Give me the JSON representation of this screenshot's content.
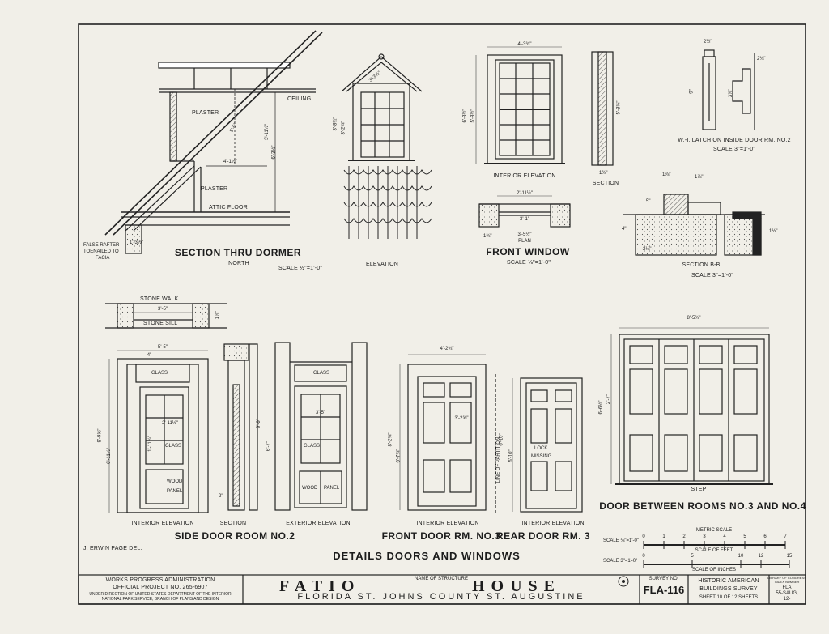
{
  "sheet_title": "DETAILS DOORS AND WINDOWS",
  "drawings": {
    "dormer": {
      "title": "SECTION THRU DORMER",
      "subtitle": "NORTH",
      "scale": "SCALE ½\"=1'-0\"",
      "labels": {
        "plaster_top": "PLASTER",
        "ceiling": "CEILING",
        "plaster_low": "PLASTER",
        "attic_floor": "ATTIC FLOOR",
        "false_rafter": "FALSE RAFTER",
        "toenailed": "TOENAILED TO",
        "facia": "FACIA"
      },
      "dims": {
        "d1": "5'-5\"",
        "d2": "3'-11½\"",
        "d3": "6'-3½\"",
        "d4": "4'-1½\"",
        "d5": "1'-3½\""
      }
    },
    "dormer_elev": {
      "title": "ELEVATION",
      "dims": {
        "d1": "3'-3½\"",
        "d2": "3'-8½\"",
        "d3": "3'-2¾\""
      }
    },
    "front_window": {
      "title": "FRONT WINDOW",
      "scale": "SCALE ⅛\"=1'-0\"",
      "interior": "INTERIOR ELEVATION",
      "section": "SECTION",
      "plan": "PLAN",
      "dims": {
        "width": "4'-3¾\"",
        "h1": "6'-3½\"",
        "h2": "5'-8½\"",
        "sec": "5'-8¾\"",
        "p1": "2'-11½\"",
        "p2": "3'-1\"",
        "p3": "3'-5½\"",
        "s1": "1¾\"",
        "s2": "1⅜\""
      }
    },
    "latch": {
      "title": "W.-I. LATCH ON INSIDE DOOR RM. NO.2",
      "scale": "SCALE 3\"=1'-0\"",
      "dims": {
        "d1": "2½\"",
        "d2": "9\"",
        "d3": "3⅞\"",
        "d4": "2⅛\""
      }
    },
    "section_bb": {
      "title": "SECTION B-B",
      "scale": "SCALE 3\"=1'-0\"",
      "dims": {
        "d1": "1⅞\"",
        "d2": "1⅞\"",
        "d3": "5\"",
        "d4": "4\"",
        "d5": "2⅛\"",
        "d6": "1½\""
      }
    },
    "stone_walk": {
      "walk": "STONE WALK",
      "sill": "STONE SILL",
      "dims": {
        "width": "3'-5\"",
        "h": "1⅞\""
      }
    },
    "side_door": {
      "title": "SIDE DOOR ROOM NO.2",
      "interior": "INTERIOR ELEVATION",
      "section": "SECTION",
      "exterior": "EXTERIOR ELEVATION",
      "glass1": "GLASS",
      "glass2": "GLASS",
      "glass3": "GLASS",
      "glass4": "GLASS",
      "wood": "WOOD",
      "panel": "PANEL",
      "wood2": "WOOD",
      "panel2": "PANEL",
      "dims": {
        "w1": "5'-5\"",
        "w2": "4'",
        "h1": "8'-9⅝\"",
        "h2": "6'-11½\"",
        "g1": "2'-11½\"",
        "g2": "1'-11¾\"",
        "ext_w": "3'-5\"",
        "ext_h1": "9'-9\"",
        "ext_h2": "6'-7\"",
        "sec_w": "2\""
      }
    },
    "front_door": {
      "title": "FRONT DOOR RM. NO.3",
      "interior": "INTERIOR ELEVATION",
      "partition": "LINE OF PARTITION",
      "dims": {
        "w1": "4'-2¾\"",
        "h1": "8'-2¾\"",
        "h2": "6'-7¾\"",
        "pw": "3'-2⅝\""
      }
    },
    "rear_door": {
      "title": "REAR DOOR RM. 3",
      "interior": "INTERIOR ELEVATION",
      "lock1": "LOCK",
      "lock2": "MISSING",
      "dims": {
        "h1": "6'-10\"",
        "h2": "5'-10\""
      }
    },
    "door_34": {
      "title": "DOOR BETWEEN ROOMS NO.3 AND NO.4",
      "step": "STEP",
      "dims": {
        "w1": "8'-5¾\"",
        "h1": "6'-6½\"",
        "h2": "2'-7\""
      }
    },
    "delineator": "J. ERWIN PAGE  DEL."
  },
  "scales": {
    "metric_title": "METRIC SCALE",
    "feet_prefix": "SCALE ⅛\"=1'-0\"",
    "feet_ticks": [
      "0",
      "1",
      "2",
      "3",
      "4",
      "5",
      "6",
      "7"
    ],
    "feet_label": "SCALE OF FEET",
    "inch_prefix": "SCALE 3\"=1'-0\"",
    "inch_ticks": [
      "0",
      "5",
      "10",
      "12",
      "15"
    ],
    "inch_label": "SCALE OF INCHES"
  },
  "title_block": {
    "wpa": "WORKS PROGRESS ADMINISTRATION",
    "project": "OFFICIAL PROJECT NO. 265-6907",
    "direction1": "UNDER DIRECTION OF UNITED STATES DEPARTMENT OF THE INTERIOR",
    "direction2": "NATIONAL PARK SERVICE, BRANCH OF PLANS AND DESIGN",
    "name_label": "NAME OF STRUCTURE",
    "name1": "FATIO",
    "name2": "HOUSE",
    "location": "FLORIDA  ST. JOHNS  COUNTY  ST. AUGUSTINE",
    "survey_label": "SURVEY NO.",
    "survey_no": "FLA-116",
    "habs1": "HISTORIC AMERICAN",
    "habs2": "BUILDINGS SURVEY",
    "sheet": "SHEET  10  OF  12  SHEETS",
    "index1": "LIBRARY OF CONGRESS",
    "index2": "INDEX NUMBER",
    "index3": "FLA",
    "index4": "55-SAUG,",
    "index5": "12-"
  }
}
